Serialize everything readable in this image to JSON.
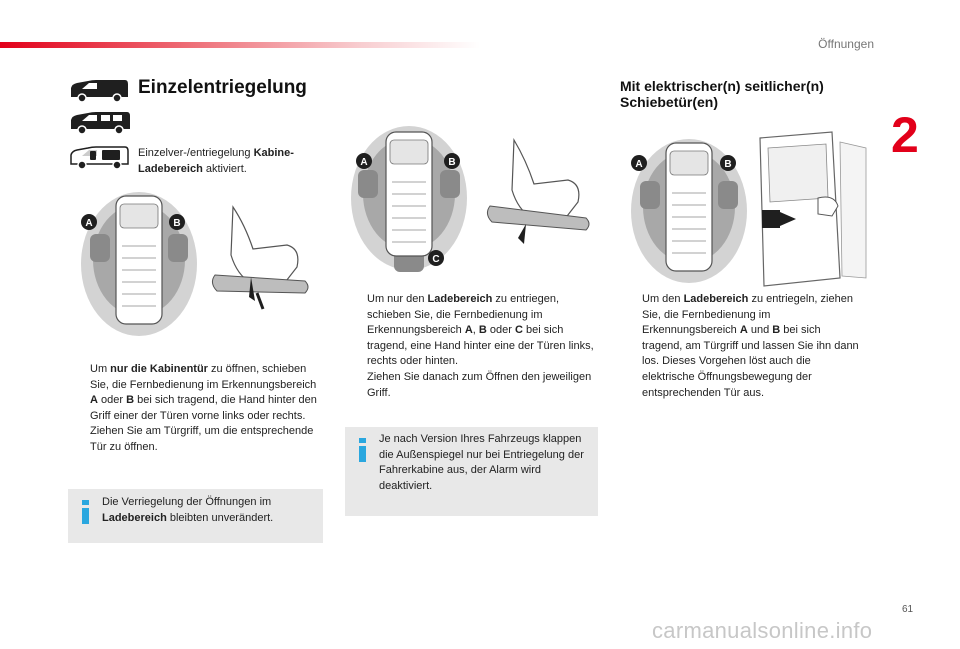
{
  "header": {
    "section": "Öffnungen",
    "chapter": "2"
  },
  "page_number": "61",
  "watermark": "carmanualsonline.info",
  "left": {
    "title": "Einzelentriegelung",
    "intro": {
      "pre": "Einzelver-/entriegelung ",
      "bold1": "Kabine-",
      "bold2": "Ladebereich",
      "post": " aktiviert."
    },
    "bullet1": {
      "t1": "Um ",
      "b1": "nur die Kabinentür",
      "t2": " zu öffnen, schieben Sie, die Fernbedienung im Erkennungsbereich ",
      "b2": "A",
      "t3": " oder ",
      "b3": "B",
      "t4": " bei sich tragend, die Hand hinter den Griff einer der Türen vorne links oder rechts."
    },
    "bullet2": "Ziehen Sie am Türgriff, um die entsprechende Tür zu öffnen.",
    "note": {
      "t1": "Die Verriegelung der Öffnungen im ",
      "b1": "Ladebereich",
      "t2": " bleibten unverändert."
    }
  },
  "middle": {
    "bullet1": {
      "t1": "Um nur den ",
      "b1": "Ladebereich",
      "t2": " zu entriegen, schieben Sie, die Fernbedienung im Erkennungsbereich ",
      "b2": "A",
      "t3": ", ",
      "b3": "B",
      "t4": " oder ",
      "b4": "C",
      "t5": " bei sich tragend, eine Hand hinter eine der Türen links, rechts oder hinten."
    },
    "bullet2": "Ziehen Sie danach zum Öffnen den jeweiligen Griff.",
    "note": "Je nach Version Ihres Fahrzeugs klappen die Außenspiegel nur bei Entriegelung der Fahrerkabine aus, der Alarm wird deaktiviert."
  },
  "right": {
    "title": "Mit elektrischer(n) seitlicher(n) Schiebetür(en)",
    "bullet1": {
      "t1": "Um den ",
      "b1": "Ladebereich",
      "t2": " zu entriegeln, ziehen Sie, die Fernbedienung im Erkennungsbereich ",
      "b2": "A",
      "t3": " und ",
      "b3": "B",
      "t4": " bei sich tragend, am Türgriff und lassen Sie ihn dann los. Dieses Vorgehen löst auch die elektrische Öffnungsbewegung der entsprechenden Tür aus."
    }
  },
  "zone_labels": {
    "a": "A",
    "b": "B",
    "c": "C"
  },
  "bullet_marker": "",
  "colors": {
    "accent": "#e2001a",
    "note_bg": "#e8e8e8",
    "info_icon": "#2aa7df",
    "zone_dark": "#8a8a8a",
    "zone_light": "#d3d3d3"
  }
}
